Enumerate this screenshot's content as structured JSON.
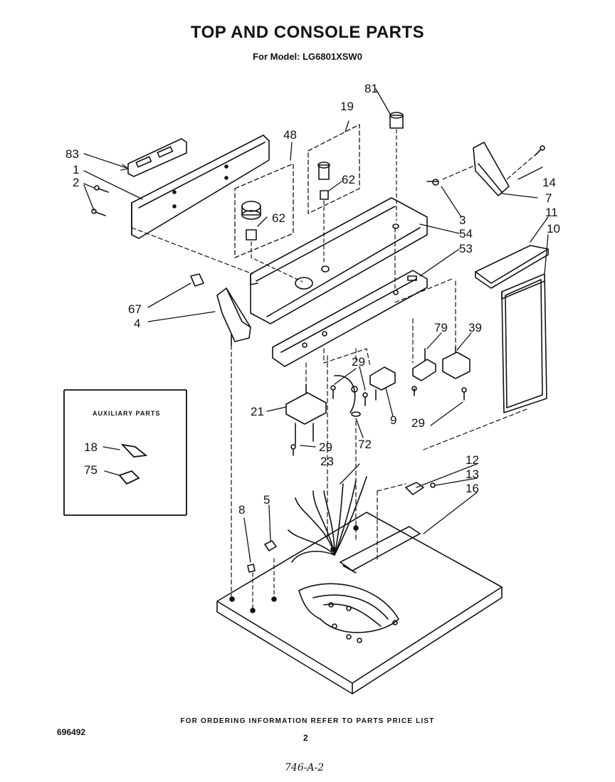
{
  "header": {
    "title": "TOP AND CONSOLE PARTS",
    "subtitle": "For Model: LG6801XSW0"
  },
  "auxiliary": {
    "title": "AUXILIARY PARTS",
    "callouts": [
      "18",
      "75"
    ]
  },
  "callouts": {
    "c83": "83",
    "c1": "1",
    "c2": "2",
    "c48": "48",
    "c19": "19",
    "c81": "81",
    "c62a": "62",
    "c62b": "62",
    "c3": "3",
    "c54": "54",
    "c53": "53",
    "c14": "14",
    "c7": "7",
    "c11": "11",
    "c10": "10",
    "c67": "67",
    "c4": "4",
    "c79": "79",
    "c39": "39",
    "c29a": "29",
    "c29b": "29",
    "c29c": "29",
    "c21": "21",
    "c9": "9",
    "c72": "72",
    "c23": "23",
    "c12": "12",
    "c13": "13",
    "c16": "16",
    "c5": "5",
    "c8": "8"
  },
  "footer": {
    "ordering_note": "FOR ORDERING INFORMATION REFER TO PARTS PRICE LIST",
    "doc_number": "696492",
    "page_number": "2",
    "handwritten_code": "746-A-2"
  }
}
